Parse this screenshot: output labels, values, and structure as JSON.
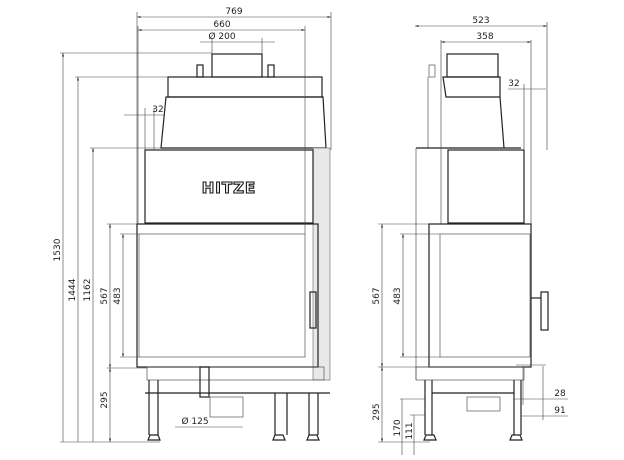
{
  "brand": "HITZE",
  "front_view": {
    "dims": {
      "overall_width": "769",
      "body_width": "660",
      "flue_diameter": "Ø 200",
      "offset": "32",
      "total_height": "1530",
      "height_top_box": "1444",
      "height_body": "1162",
      "door_height": "567",
      "glass_height": "483",
      "base_height": "295",
      "air_inlet_diameter": "Ø 125"
    }
  },
  "side_view": {
    "dims": {
      "overall_depth": "523",
      "body_depth": "358",
      "offset": "32",
      "door_height": "567",
      "glass_height": "483",
      "base_height": "295",
      "leg_height_1": "170",
      "leg_height_2": "111",
      "front_offset_1": "28",
      "front_offset_2": "91"
    }
  }
}
